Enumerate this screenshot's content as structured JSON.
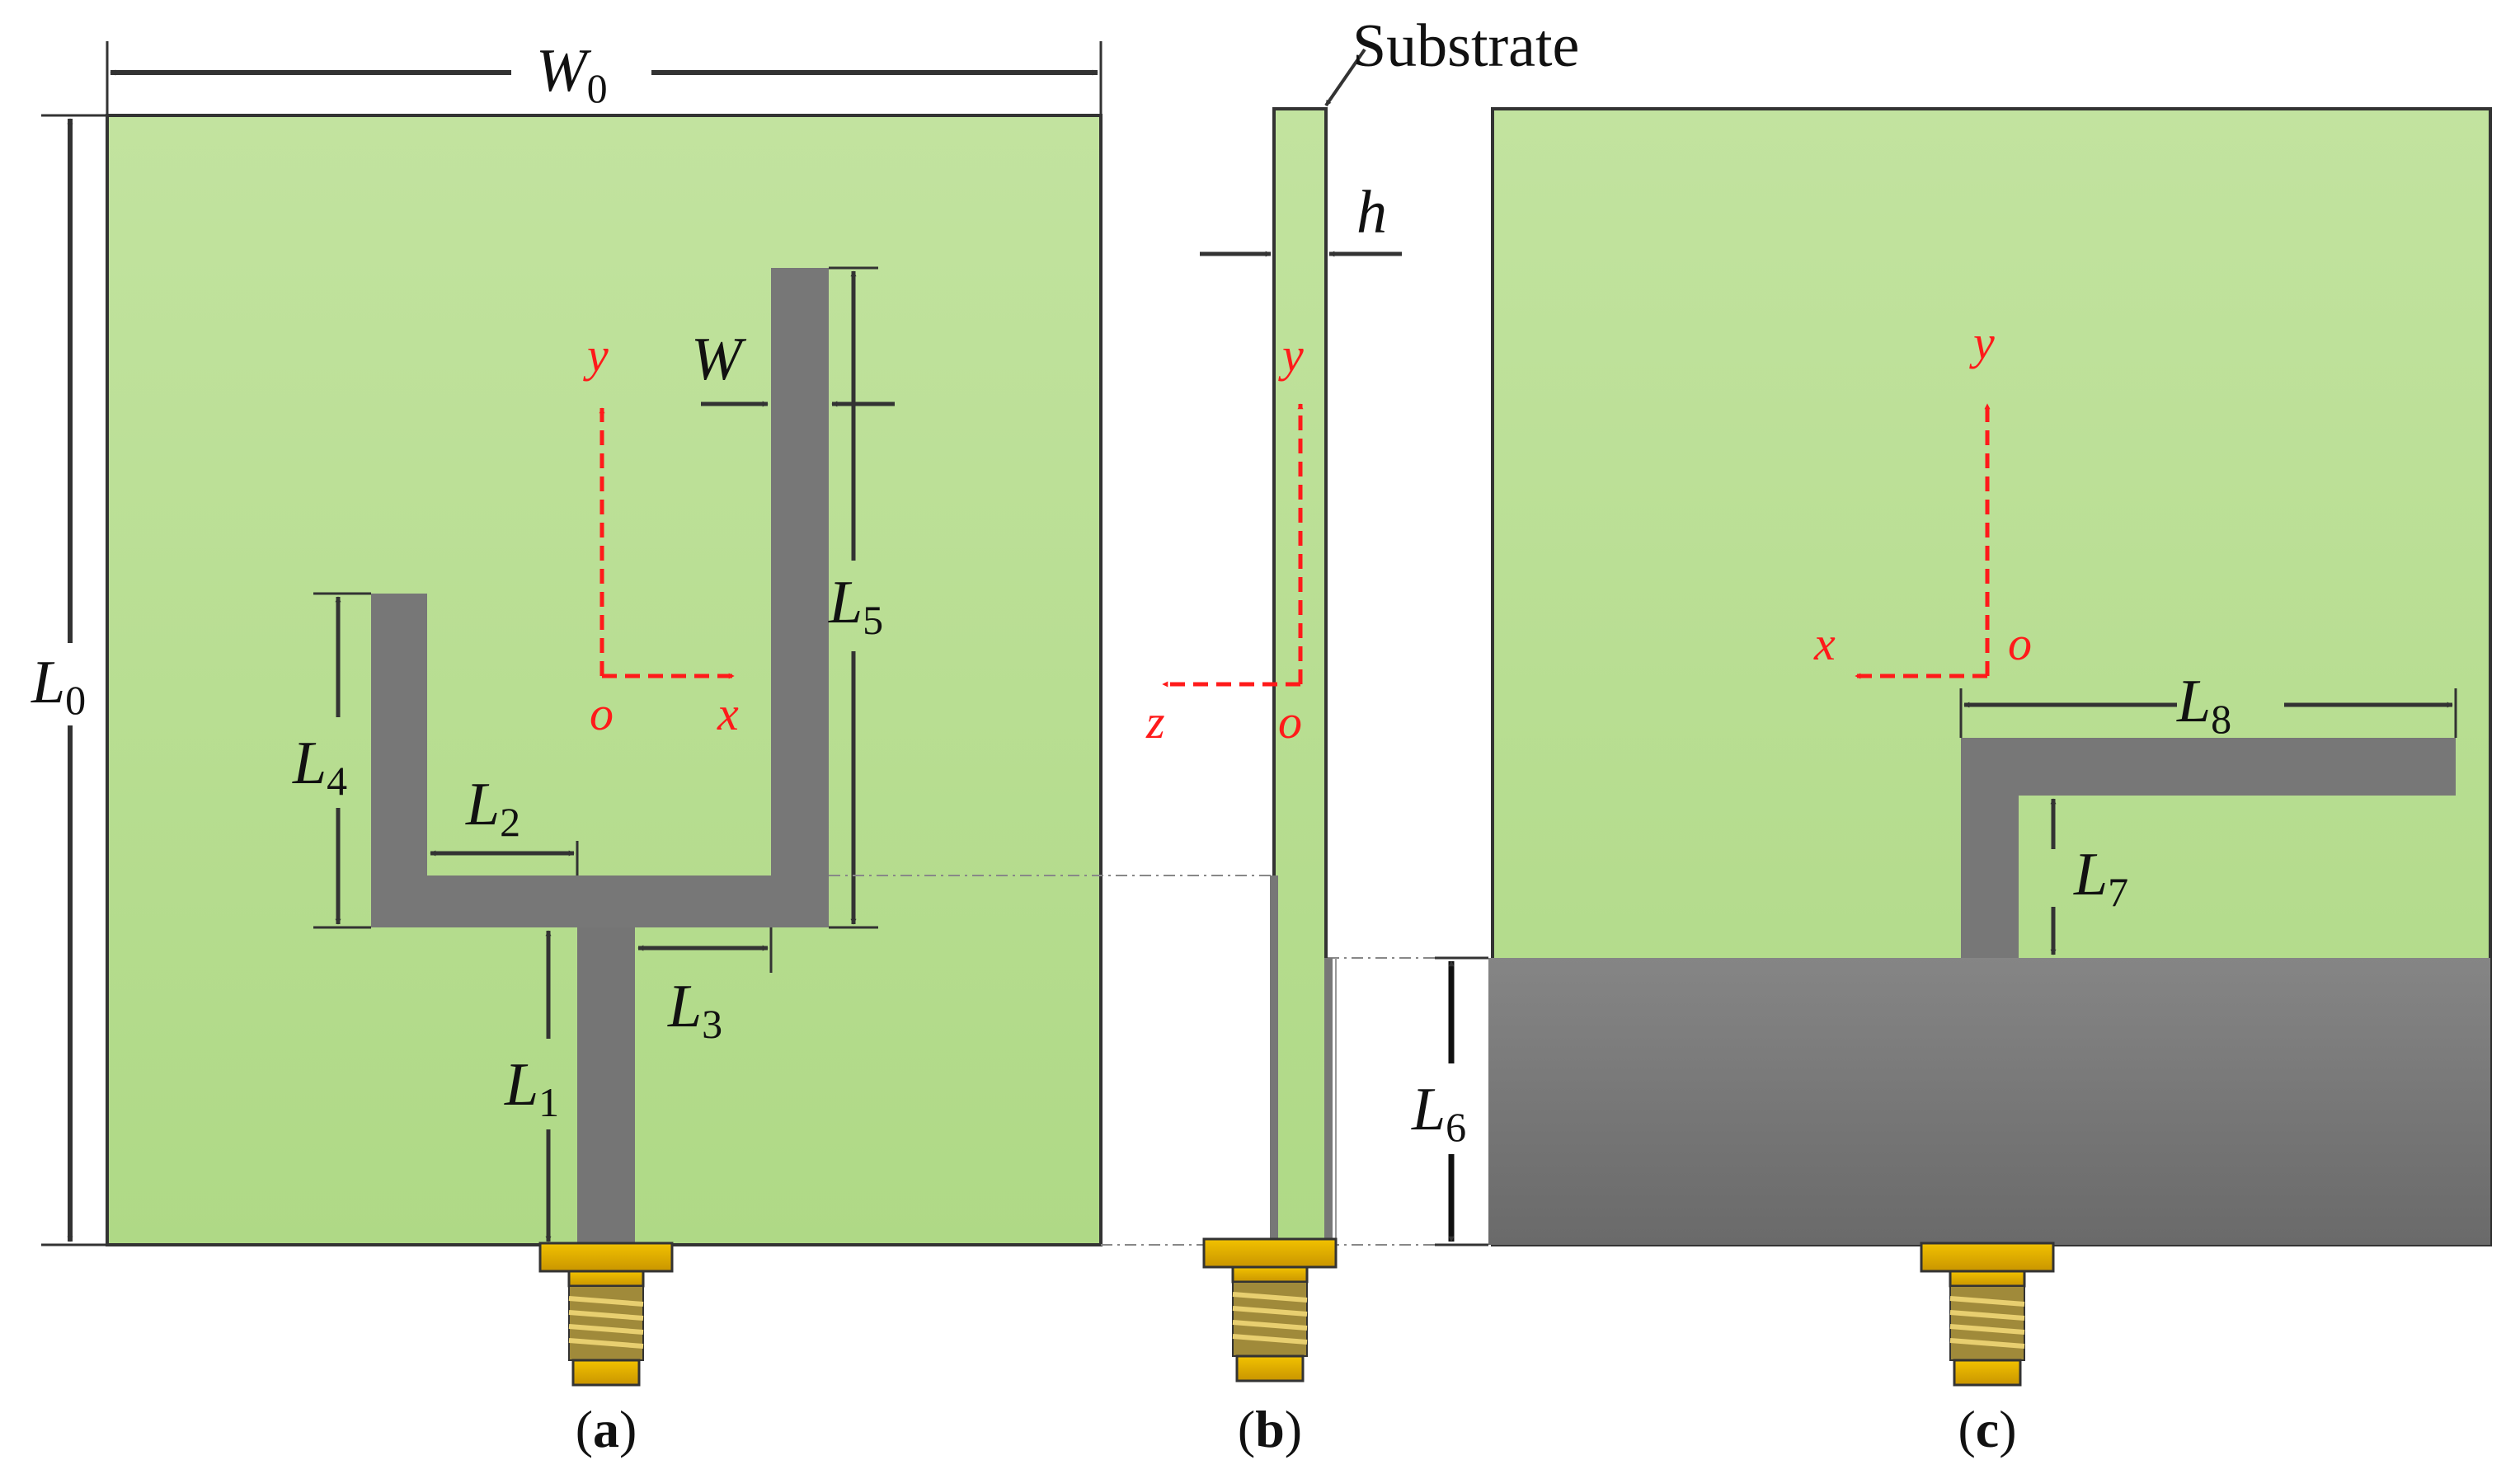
{
  "colors": {
    "substrate": "#b9e090",
    "conductor": "#757575",
    "axis": "#ff1a1a",
    "connector": "#d9a400",
    "dimension": "#333333"
  },
  "labels": {
    "substrate": "Substrate",
    "W0_main": "W",
    "W0_sub": "0",
    "L0_main": "L",
    "L0_sub": "0",
    "W": "W",
    "h": "h",
    "L1_main": "L",
    "L1_sub": "1",
    "L2_main": "L",
    "L2_sub": "2",
    "L3_main": "L",
    "L3_sub": "3",
    "L4_main": "L",
    "L4_sub": "4",
    "L5_main": "L",
    "L5_sub": "5",
    "L6_main": "L",
    "L6_sub": "6",
    "L7_main": "L",
    "L7_sub": "7",
    "L8_main": "L",
    "L8_sub": "8"
  },
  "axes": {
    "a": {
      "x": "x",
      "y": "y",
      "o": "o"
    },
    "b": {
      "z": "z",
      "y": "y",
      "o": "o"
    },
    "c": {
      "x": "x",
      "y": "y",
      "o": "o"
    }
  },
  "captions": {
    "a": {
      "open": "(",
      "letter": "a",
      "close": ")"
    },
    "b": {
      "open": "(",
      "letter": "b",
      "close": ")"
    },
    "c": {
      "open": "(",
      "letter": "c",
      "close": ")"
    }
  }
}
